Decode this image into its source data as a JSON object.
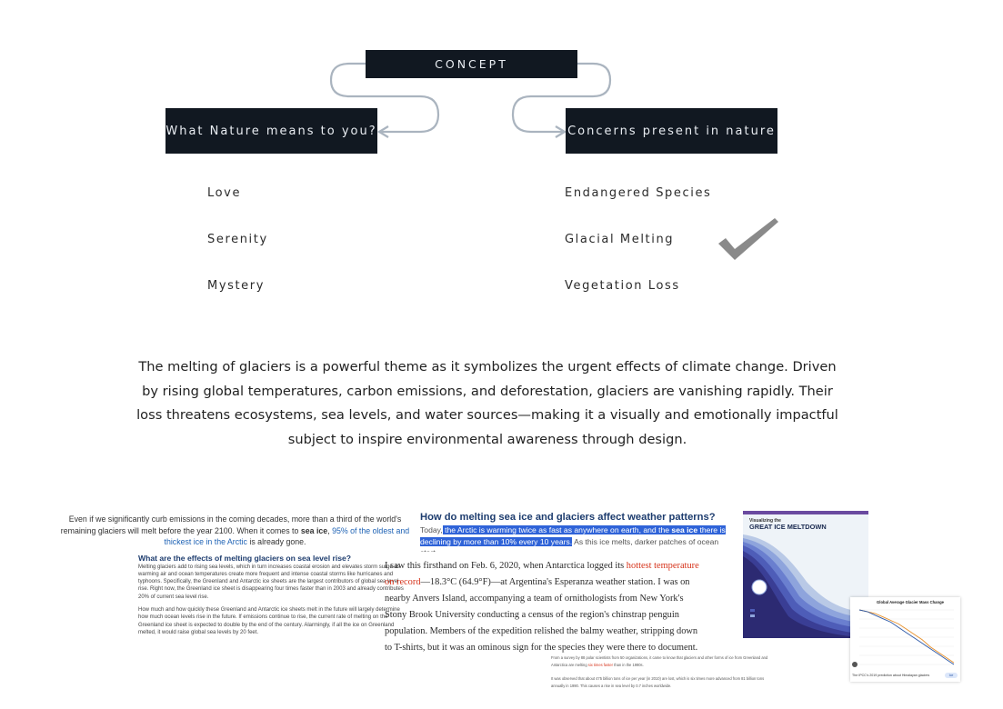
{
  "diagram": {
    "concept_label": "CONCEPT",
    "left_branch": {
      "title": "What Nature means to you?",
      "items": [
        "Love",
        "Serenity",
        "Mystery"
      ]
    },
    "right_branch": {
      "title": "Concerns present in nature",
      "items": [
        "Endangered Species",
        "Glacial Melting",
        "Vegetation Loss"
      ]
    },
    "selected_item": "Glacial Melting"
  },
  "description": "The melting of glaciers is a powerful theme as it symbolizes the urgent effects of climate change. Driven by rising global temperatures, carbon emissions, and deforestation, glaciers are vanishing rapidly. Their loss threatens ecosystems, sea levels, and water sources—making it a visually and emotionally impactful subject to inspire environmental awareness through design.",
  "clips": {
    "article1": {
      "intro_a": "Even if we significantly curb emissions in the coming decades, more than a third of the world's remaining glaciers will melt before the year 2100. When it comes to ",
      "intro_bold": "sea ice",
      "intro_b": ", ",
      "intro_link": "95% of the oldest and thickest ice in the Arctic",
      "intro_c": " is already gone.",
      "heading": "What are the effects of melting glaciers on sea level rise?",
      "body1": "Melting glaciers add to rising sea levels, which in turn increases coastal erosion and elevates storm surge as warming air and ocean temperatures create more frequent and intense coastal storms like hurricanes and typhoons. Specifically, the Greenland and Antarctic ice sheets are the largest contributors of global sea level rise. Right now, the Greenland ice sheet is disappearing four times faster than in 2003 and already contributes 20% of current sea level rise.",
      "body2": "How much and how quickly these Greenland and Antarctic ice sheets melt in the future will largely determine how much ocean levels rise in the future. If emissions continue to rise, the current rate of melting on the Greenland ice sheet is expected to double by the end of the century. Alarmingly, if all the ice on Greenland melted, it would raise global sea levels by 20 feet."
    },
    "article2": {
      "heading": "How do melting sea ice and glaciers affect weather patterns?",
      "lead": "Today,",
      "hl_a": " the Arctic is warming twice as fast as anywhere on earth, and the ",
      "hl_bold": "sea ice",
      "hl_b": " there is declining by more than 10% every 10 years.",
      "tail": " As this ice melts, darker patches of ocean start"
    },
    "article3": {
      "p_a": "I saw this firsthand on Feb. 6, 2020, when Antarctica logged its ",
      "p_red": "hottest temperature on record",
      "p_b": "—18.3°C (64.9°F)—at Argentina's Esperanza weather station. I was on nearby Anvers Island, accompanying a team of ornithologists from New York's Stony Brook University conducting a census of the region's chinstrap penguin population. Members of the expedition relished the balmy weather, stripping down to T-shirts, but it was an ominous sign for the species they were there to document."
    },
    "article4": {
      "p1_a": "From a survey by 88 polar scientists from 50 organizations, it came to know that glaciers and other forms of ice from Greenland and Antarctica are melting ",
      "p1_red": "six times faster",
      "p1_b": " than in the 1990s.",
      "p2": "It was observed that about 475 billion tons of ice per year (in 2010) are lost, which is six times more advanced from 81 billion tons annually in 1990. This causes a rise in sea level by 0.7 inches worldwide."
    },
    "infographic": {
      "kicker": "Visualizing the",
      "title": "GREAT ICE MELTDOWN"
    },
    "chart_card": {
      "caption": "The IPCC's 2019 prediction about Himalayan glaciers",
      "button": "Ice"
    }
  },
  "chart_data": {
    "type": "line",
    "title": "Global Average Glacier Mass Change",
    "series": [
      {
        "values": [
          0,
          -1,
          -2,
          -4,
          -6,
          -8,
          -11,
          -14,
          -17,
          -21,
          -24,
          -27,
          -30
        ]
      },
      {
        "values": [
          0,
          -1,
          -3,
          -5,
          -7,
          -10,
          -13,
          -16,
          -19,
          -22,
          -25,
          -28,
          -31
        ]
      }
    ]
  },
  "colors": {
    "box_bg": "#111821",
    "box_text": "#e9edf2",
    "connector": "#aab4bf",
    "check": "#8a8a8a",
    "link": "#1f63b5",
    "highlight": "#2f63d8",
    "alert_red": "#d6341c",
    "series1": "#e8902a",
    "series2": "#2e5aa8"
  },
  "icons": [
    "check-icon"
  ]
}
